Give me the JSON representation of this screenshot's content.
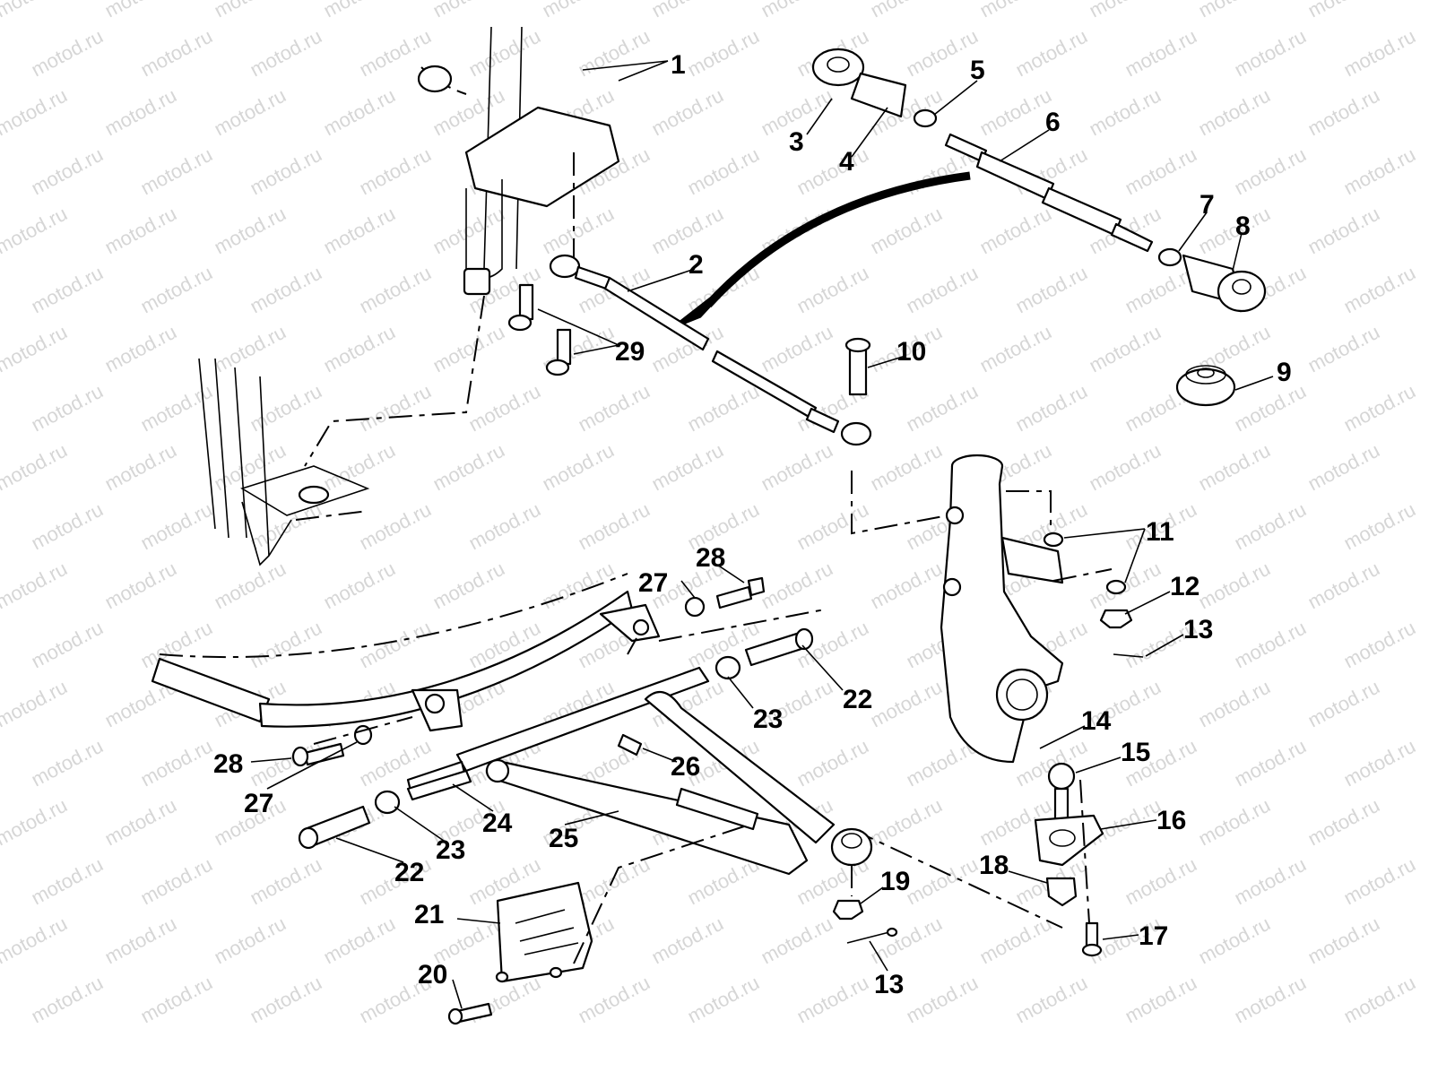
{
  "watermark": "motod.ru",
  "callouts": [
    {
      "id": "c1",
      "text": "1"
    },
    {
      "id": "c2",
      "text": "2"
    },
    {
      "id": "c3",
      "text": "3"
    },
    {
      "id": "c4",
      "text": "4"
    },
    {
      "id": "c5",
      "text": "5"
    },
    {
      "id": "c6",
      "text": "6"
    },
    {
      "id": "c7",
      "text": "7"
    },
    {
      "id": "c8",
      "text": "8"
    },
    {
      "id": "c9",
      "text": "9"
    },
    {
      "id": "c10",
      "text": "10"
    },
    {
      "id": "c11",
      "text": "11"
    },
    {
      "id": "c12",
      "text": "12"
    },
    {
      "id": "c13a",
      "text": "13"
    },
    {
      "id": "c14",
      "text": "14"
    },
    {
      "id": "c15",
      "text": "15"
    },
    {
      "id": "c16",
      "text": "16"
    },
    {
      "id": "c17",
      "text": "17"
    },
    {
      "id": "c18",
      "text": "18"
    },
    {
      "id": "c19",
      "text": "19"
    },
    {
      "id": "c20",
      "text": "20"
    },
    {
      "id": "c21",
      "text": "21"
    },
    {
      "id": "c22a",
      "text": "22"
    },
    {
      "id": "c22b",
      "text": "22"
    },
    {
      "id": "c23a",
      "text": "23"
    },
    {
      "id": "c23b",
      "text": "23"
    },
    {
      "id": "c24",
      "text": "24"
    },
    {
      "id": "c25",
      "text": "25"
    },
    {
      "id": "c26",
      "text": "26"
    },
    {
      "id": "c27a",
      "text": "27"
    },
    {
      "id": "c27b",
      "text": "27"
    },
    {
      "id": "c28a",
      "text": "28"
    },
    {
      "id": "c28b",
      "text": "28"
    },
    {
      "id": "c13b",
      "text": "13"
    },
    {
      "id": "c29",
      "text": "29"
    }
  ]
}
